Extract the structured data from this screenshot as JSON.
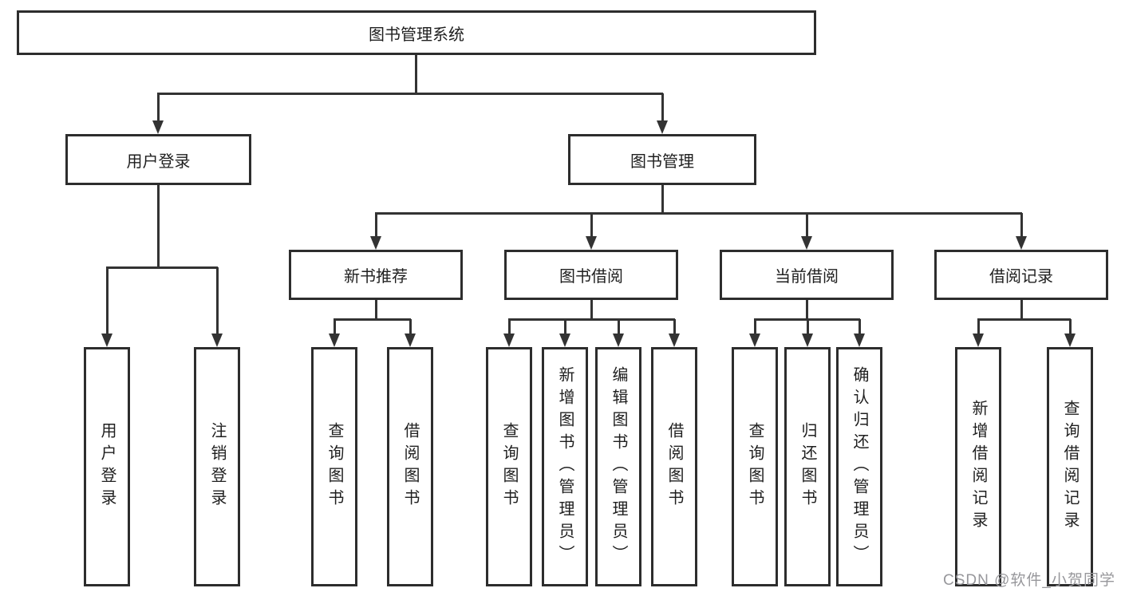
{
  "colors": {
    "background": "#ffffff",
    "box_border": "#2d2d2d",
    "line": "#333333",
    "text": "#1f1f1f",
    "watermark": "#97979b"
  },
  "tree": {
    "label": "图书管理系统",
    "children": [
      {
        "label": "用户登录",
        "children": [
          {
            "label": "用户登录"
          },
          {
            "label": "注销登录"
          }
        ]
      },
      {
        "label": "图书管理",
        "children": [
          {
            "label": "新书推荐",
            "children": [
              {
                "label": "查询图书"
              },
              {
                "label": "借阅图书"
              }
            ]
          },
          {
            "label": "图书借阅",
            "children": [
              {
                "label": "查询图书"
              },
              {
                "label": "新增图书（管理员）"
              },
              {
                "label": "编辑图书（管理员）"
              },
              {
                "label": "借阅图书"
              }
            ]
          },
          {
            "label": "当前借阅",
            "children": [
              {
                "label": "查询图书"
              },
              {
                "label": "归还图书"
              },
              {
                "label": "确认归还（管理员）"
              }
            ]
          },
          {
            "label": "借阅记录",
            "children": [
              {
                "label": "新增借阅记录"
              },
              {
                "label": "查询借阅记录"
              }
            ]
          }
        ]
      }
    ]
  },
  "watermark": {
    "text": "CSDN @软件_小贺同学"
  }
}
